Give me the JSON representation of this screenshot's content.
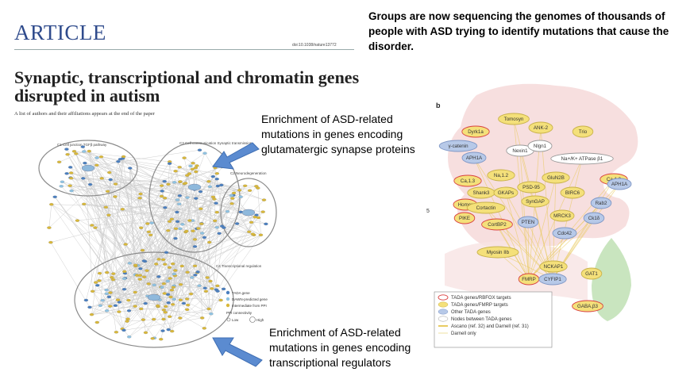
{
  "header": {
    "journal_label": "ARTICLE",
    "doi": "doi:10.1038/nature13772",
    "title": "Synaptic, transcriptional and chromatin genes disrupted in autism",
    "authors_note": "A list of authors and their affiliations appears at the end of the paper"
  },
  "slide": {
    "heading": "Groups are now sequencing the genomes of thousands of people with ASD trying to identify mutations that cause the disorder.",
    "annotation_top": "Enrichment of ASD-related mutations in genes encoding glutamatergic synapse proteins",
    "annotation_bottom": "Enrichment of ASD-related mutations in genes encoding transcriptional regulators"
  },
  "network_figure": {
    "clusters": [
      {
        "id": "C1",
        "label": "Cell junction TGFβ pathway"
      },
      {
        "id": "C3",
        "label": "Cell communication Synaptic transmission"
      },
      {
        "id": "C2",
        "label": "Neurodegeneration"
      },
      {
        "id": "C4",
        "label": "Transcriptional regulation"
      }
    ],
    "legend": {
      "items": [
        "TADA gene",
        "DAWN-predicted gene",
        "Intermediate from PPI"
      ],
      "ppi_title": "PPI connectivity",
      "ppi_low": "Low",
      "ppi_high": "High"
    },
    "colors": {
      "tada": "#4a7fc0",
      "dawn": "#8fc3e3",
      "intermediate": "#d9b83a"
    }
  },
  "synapse_figure": {
    "panel_label": "b",
    "side_number": "5",
    "proteins": [
      "Tomosyn",
      "Dyrk1a",
      "ANK-2",
      "γ-catenin",
      "APH1A",
      "Trio",
      "Nexin1",
      "Nlgn1",
      "Na+/K+ ATPase β1",
      "Ca,1.3",
      "Ca,1.3",
      "Na,1.2",
      "APH1A",
      "Shank3",
      "GKAPs",
      "PSD-95",
      "GluN2B",
      "BIRC6",
      "Rab2",
      "Homer",
      "Cortactin",
      "SynGAP",
      "Ck1δ",
      "PIKE",
      "PTEN",
      "MRCK3",
      "CortBP2",
      "Cdc42",
      "Myosin IIb",
      "NCKAP1",
      "FMRP",
      "CYFIP1",
      "GAT1",
      "GABA,β3"
    ],
    "legend": [
      "TADA genes/RBFOX targets",
      "TADA genes/FMRP targets",
      "Other TADA genes",
      "Nodes between TADA genes",
      "Ascano (ref. 32) and Darnell (ref. 31)",
      "Darnell only"
    ],
    "colors": {
      "rbfox_outline": "#d94040",
      "fmrp_fill": "#f4e07a",
      "other_tada": "#b7c9e8",
      "synapse_bg": "#f6d9d9",
      "glia": "#bfe0b4"
    }
  }
}
